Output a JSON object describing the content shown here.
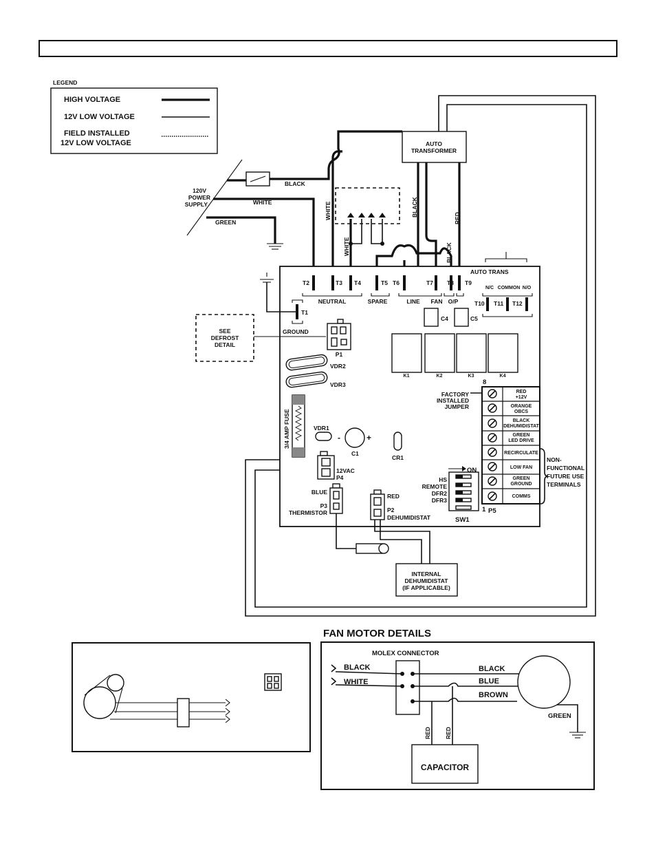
{
  "header": {
    "title": ""
  },
  "legend": {
    "title": "LEGEND",
    "high_voltage": "HIGH VOLTAGE",
    "low_voltage": "12V  LOW VOLTAGE",
    "field_installed_1": "FIELD INSTALLED",
    "field_installed_2": "12V LOW VOLTAGE"
  },
  "power": {
    "line1": "120V",
    "line2": "POWER",
    "line3": "SUPPLY",
    "black": "BLACK",
    "white": "WHITE",
    "green": "GREEN"
  },
  "transformer": {
    "line1": "AUTO",
    "line2": "TRANSFORMER"
  },
  "wires": {
    "white_a": "WHITE",
    "white_b": "WHITE",
    "black_a": "BLACK",
    "black_b": "BLACK",
    "red": "RED"
  },
  "board": {
    "auto_trans": "AUTO TRANS",
    "terminals": {
      "t1": "T1",
      "t2": "T2",
      "t3": "T3",
      "t4": "T4",
      "t5": "T5",
      "t6": "T6",
      "t7": "T7",
      "t8": "T8",
      "t9": "T9",
      "t10": "T10",
      "t11": "T11",
      "t12": "T12"
    },
    "groups": {
      "neutral": "NEUTRAL",
      "spare": "SPARE",
      "line": "LINE",
      "fan": "FAN",
      "op": "O/P",
      "nc": "N/C",
      "common": "COMMON",
      "no": "N/O"
    },
    "ground": "GROUND",
    "defrost_1": "SEE",
    "defrost_2": "DEFROST",
    "defrost_3": "DETAIL",
    "p1": "P1",
    "c4": "C4",
    "c5": "C5",
    "relays": [
      "K1",
      "K2",
      "K3",
      "K4"
    ],
    "vdr2": "VDR2",
    "vdr3": "VDR3",
    "vdr1": "VDR1",
    "fuse": "3/4 AMP FUSE",
    "c1": "C1",
    "c1_minus": "-",
    "c1_plus": "+",
    "cr1": "CR1",
    "p4_1": "12VAC",
    "p4_2": "P4",
    "blue": "BLUE",
    "p3": "P3",
    "thermistor": "THERMISTOR",
    "red": "RED",
    "p2": "P2",
    "dehumidistat": "DEHUMIDISTAT",
    "sw1": "SW1",
    "on": "ON",
    "sw_labels": [
      "HS",
      "REMOTE",
      "DFR2",
      "DFR3"
    ],
    "factory_1": "FACTORY",
    "factory_2": "INSTALLED",
    "factory_3": "JUMPER",
    "p5_top": "8",
    "p5_bottom": "1",
    "p5": "P5",
    "p5_rows": [
      [
        "RED",
        "+12V"
      ],
      [
        "ORANGE",
        "OBCS"
      ],
      [
        "BLACK",
        "DEHUMIDISTAT"
      ],
      [
        "GREEN",
        "LED DRIVE"
      ],
      [
        "RECIRCULATE",
        ""
      ],
      [
        "LOW FAN",
        ""
      ],
      [
        "GREEN",
        "GROUND"
      ],
      [
        "COMMS",
        ""
      ]
    ],
    "nonfunc": [
      "NON-",
      "FUNCTIONAL",
      "FUTURE USE",
      "TERMINALS"
    ]
  },
  "internal_dehum": [
    "INTERNAL",
    "DEHUMIDISTAT",
    "(IF APPLICABLE)"
  ],
  "fan_motor": {
    "title": "FAN MOTOR DETAILS",
    "molex": "MOLEX CONNECTOR",
    "black_in": "BLACK",
    "white_in": "WHITE",
    "black_out": "BLACK",
    "blue_out": "BLUE",
    "brown_out": "BROWN",
    "green": "GREEN",
    "red_a": "RED",
    "red_b": "RED",
    "capacitor": "CAPACITOR"
  }
}
